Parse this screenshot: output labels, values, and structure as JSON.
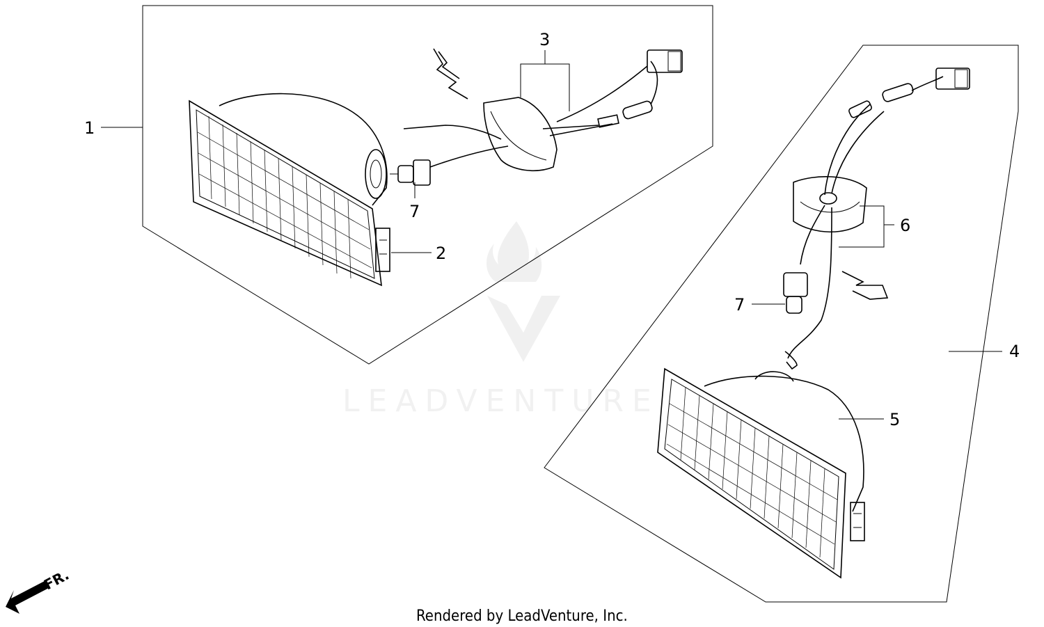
{
  "diagram": {
    "callouts": {
      "c1": "1",
      "c2": "2",
      "c3": "3",
      "c4": "4",
      "c5": "5",
      "c6": "6",
      "c7a": "7",
      "c7b": "7"
    },
    "direction_label": "FR.",
    "watermark_text": "LEADVENTURE",
    "footer_text": "Rendered by LeadVenture, Inc."
  }
}
